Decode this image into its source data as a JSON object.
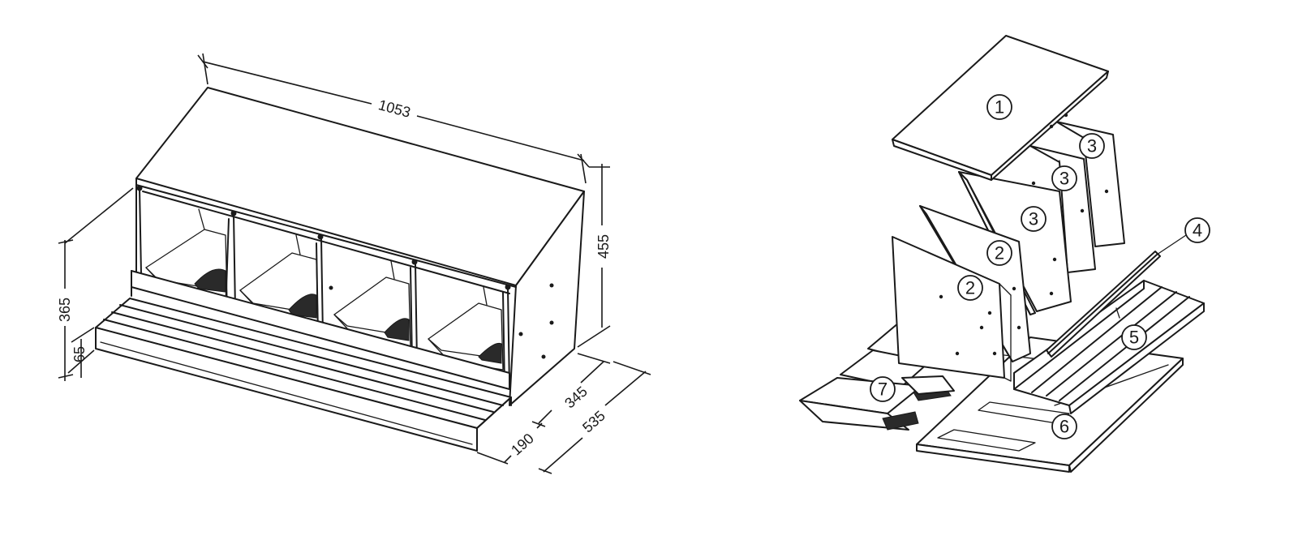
{
  "dimensions": {
    "length": "1053",
    "height_back": "455",
    "height_front": "365",
    "front_step": "65",
    "depth_top": "345",
    "depth_total": "535",
    "depth_ledge": "190"
  },
  "parts": [
    {
      "id": "part-1",
      "label": "1"
    },
    {
      "id": "part-2a",
      "label": "2"
    },
    {
      "id": "part-2b",
      "label": "2"
    },
    {
      "id": "part-3a",
      "label": "3"
    },
    {
      "id": "part-3b",
      "label": "3"
    },
    {
      "id": "part-3c",
      "label": "3"
    },
    {
      "id": "part-4",
      "label": "4"
    },
    {
      "id": "part-5",
      "label": "5"
    },
    {
      "id": "part-6",
      "label": "6"
    },
    {
      "id": "part-7",
      "label": "7"
    }
  ]
}
